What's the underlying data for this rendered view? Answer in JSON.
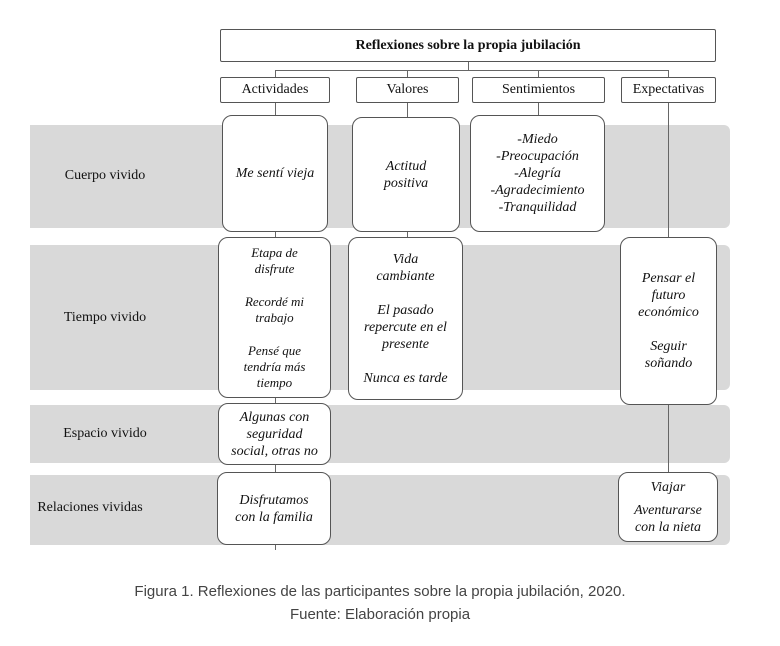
{
  "title": "Reflexiones sobre la propia jubilación",
  "columns": [
    "Actividades",
    "Valores",
    "Sentimientos",
    "Expectativas"
  ],
  "rows": [
    "Cuerpo vivido",
    "Tiempo vivido",
    "Espacio vivido",
    "Relaciones vividas"
  ],
  "cells": {
    "cuerpo_actividades": [
      "Me sentí vieja"
    ],
    "cuerpo_valores": [
      "Actitud",
      "positiva"
    ],
    "cuerpo_sentimientos": [
      "-Miedo",
      "-Preocupación",
      "-Alegría",
      "-Agradecimiento",
      "-Tranquilidad"
    ],
    "tiempo_actividades": [
      "Etapa de",
      "disfrute",
      "Recordé mi",
      "trabajo",
      "Pensé que",
      "tendría más",
      "tiempo"
    ],
    "tiempo_valores": [
      "Vida",
      "cambiante",
      "El pasado",
      "repercute en el",
      "presente",
      "Nunca es tarde"
    ],
    "tiempo_expectativas": [
      "Pensar el",
      "futuro",
      "económico",
      "Seguir",
      "soñando"
    ],
    "espacio_actividades": [
      "Algunas con",
      "seguridad",
      "social, otras no"
    ],
    "relaciones_actividades": [
      "Disfrutamos",
      "con la familia"
    ],
    "relaciones_expectativas": [
      "Viajar",
      "Aventurarse",
      "con la nieta"
    ]
  },
  "caption": {
    "line1": "Figura 1. Reflexiones de las participantes sobre la propia jubilación, 2020.",
    "line2": "Fuente: Elaboración propia"
  }
}
